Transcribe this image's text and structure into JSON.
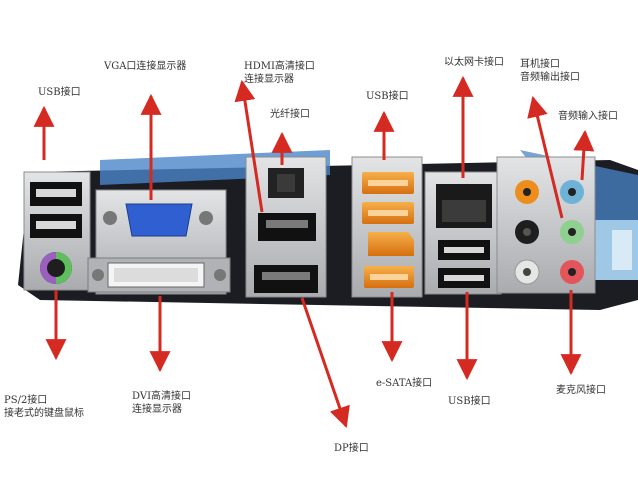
{
  "labels": {
    "usb_left": "USB接口",
    "vga_line1": "VGA口连接显示器",
    "hdmi_line1": "HDMI高清接口",
    "hdmi_line2": "连接显示器",
    "optical": "光纤接口",
    "usb_orange": "USB接口",
    "ethernet": "以太网卡接口",
    "headphone_line1": "耳机接口",
    "headphone_line2": "音频输出接口",
    "audio_in": "音频输入接口",
    "ps2_line1": "PS/2接口",
    "ps2_line2": "接老式的键盘鼠标",
    "dvi_line1": "DVI高清接口",
    "dvi_line2": "连接显示器",
    "dp": "DP接口",
    "esata": "e-SATA接口",
    "usb_bottom": "USB接口",
    "mic": "麦克风接口"
  },
  "colors": {
    "arrow": "#d42a22",
    "vga_blue": "#2f5fd0",
    "ps2_purple": "#9b5fc0",
    "ps2_green": "#5fbf5f",
    "usb_orange": "#e98a1e",
    "audio_orange": "#ec8d1c",
    "audio_blue": "#6fb2d8",
    "audio_green": "#8fcf8f",
    "audio_pink": "#e2555a",
    "board_blue": "#4a86c9",
    "metal": "#c7c9cc"
  }
}
